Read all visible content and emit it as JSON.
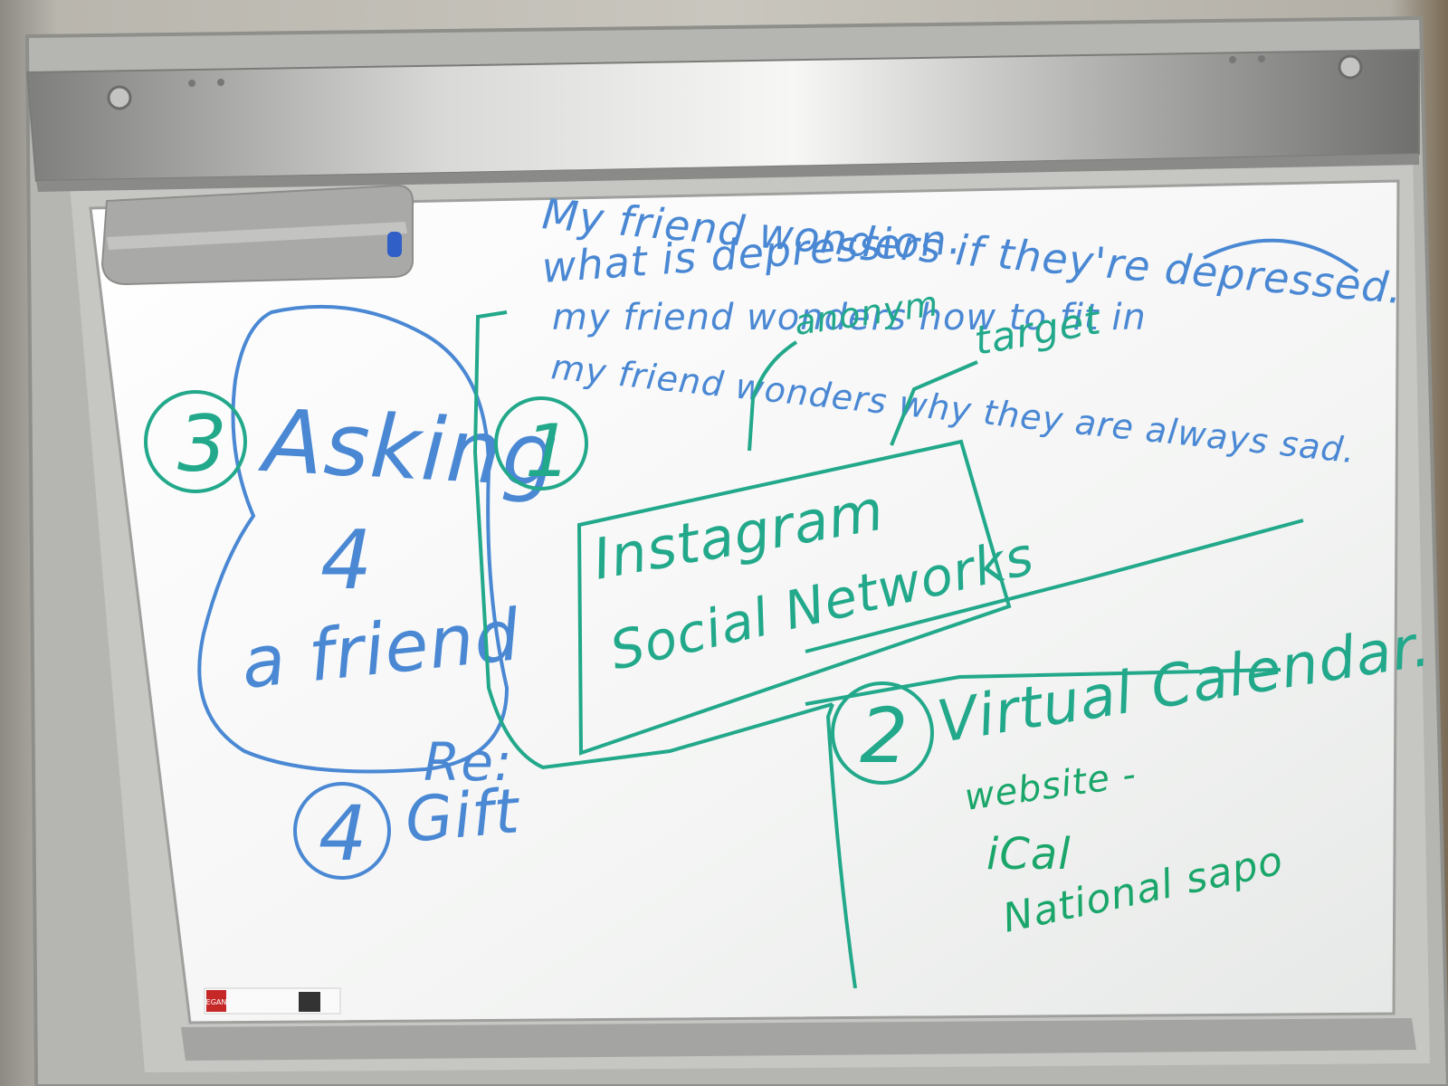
{
  "colors": {
    "blue_marker": "#4a88d4",
    "teal_marker": "#22a88a",
    "green_marker": "#1aa66a",
    "board": "#f6f7f6",
    "frame": "#b7b8b5",
    "tray": "#d2d3d0",
    "logo_red": "#c62828"
  },
  "notes": {
    "line1": "My friend wonders if they're depressed.",
    "line2": "what is depression.",
    "line3": "my friend wonders how to fit in",
    "line4": "my friend wonders why they are always sad.",
    "annotation_a": "anonym",
    "annotation_b": "target"
  },
  "ideas": {
    "item3_number": "3",
    "item3_line1": "Asking",
    "item3_line2": "4",
    "item3_line3": "a friend",
    "item1_number": "1",
    "item1_line1": "Instagram",
    "item1_line2": "Social Networks",
    "item2_number": "2",
    "item2_label": "Virtual Calendar.",
    "item2_sub1": "website -",
    "item2_sub2": "iCal",
    "item2_sub3": "National sapo",
    "item4_number": "4",
    "item4_line1": "Re:",
    "item4_line2": "Gift"
  },
  "sticker": {
    "brand": "EGAN"
  }
}
